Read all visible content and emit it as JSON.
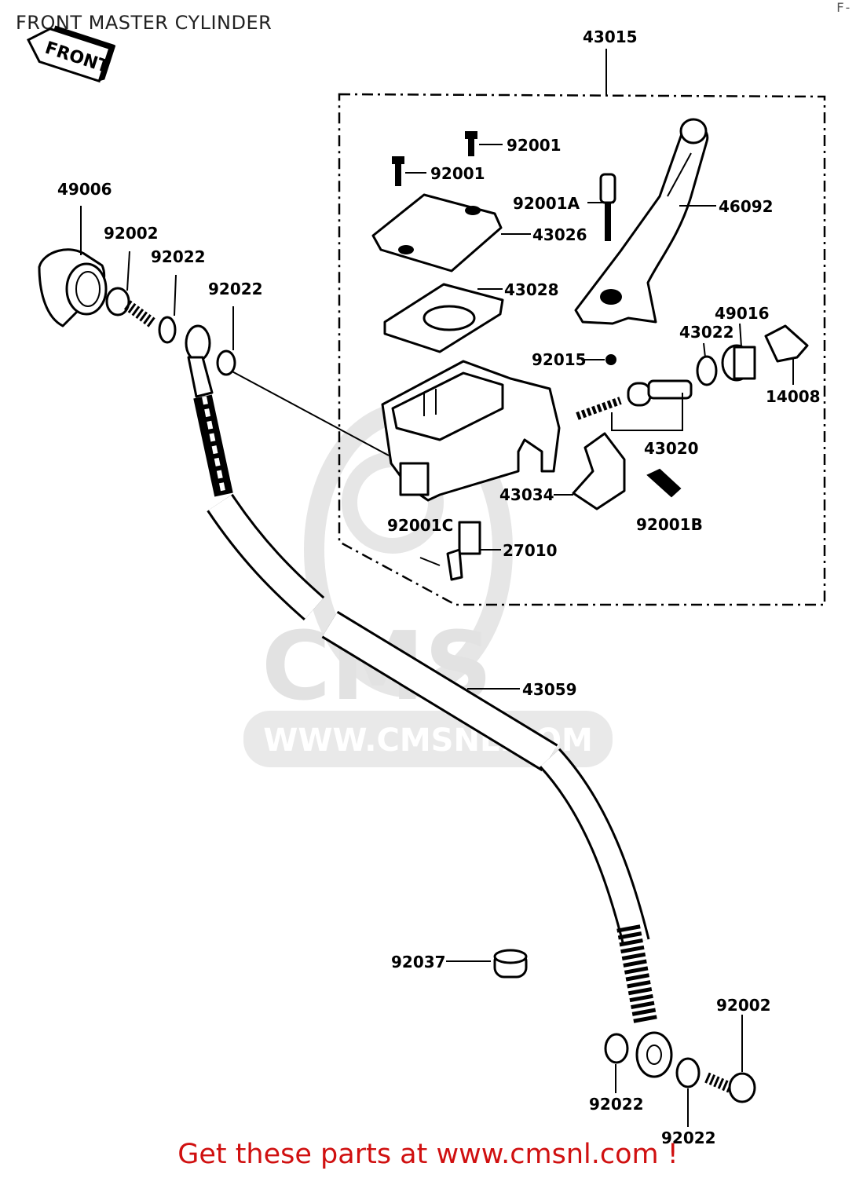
{
  "diagram": {
    "title": "FRONT MASTER CYLINDER",
    "corner_mark": "F-",
    "front_arrow_text": "FRONT",
    "footer_text": "Get these parts at www.cmsnl.com !",
    "watermark_text": "CMS",
    "watermark_url": "WWW.CMSNL.COM"
  },
  "labels": {
    "p43015": "43015",
    "p92001_a": "92001",
    "p92001_b": "92001",
    "p92001A": "92001A",
    "p46092": "46092",
    "p43026": "43026",
    "p43028": "43028",
    "p49016": "49016",
    "p43022": "43022",
    "p92015": "92015",
    "p14008": "14008",
    "p43020": "43020",
    "p43034": "43034",
    "p92001B": "92001B",
    "p92001C": "92001C",
    "p27010": "27010",
    "p49006": "49006",
    "p92002_top": "92002",
    "p92022_top1": "92022",
    "p92022_top2": "92022",
    "p43059": "43059",
    "p92037": "92037",
    "p92002_bottom": "92002",
    "p92022_bottom1": "92022",
    "p92022_bottom2": "92022"
  }
}
